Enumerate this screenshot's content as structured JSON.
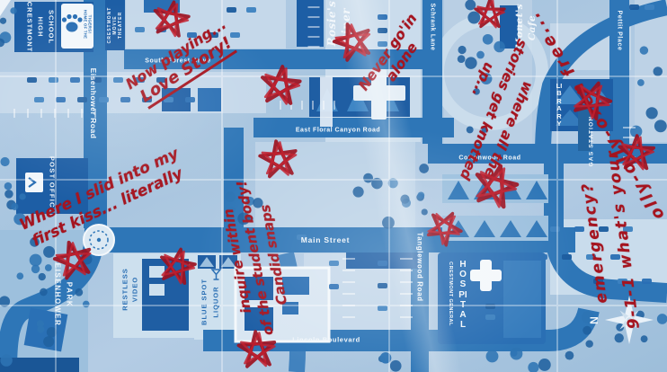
{
  "streets": {
    "eisenhower_road": "Eisenhower Road",
    "south_forest_drive": "South Forest Drive",
    "east_floral_canyon_road": "East Floral Canyon Road",
    "main_street": "Main Street",
    "lincoln_boulevard": "Lincoln Boulevard",
    "schrank_lane": "Schrank Lane",
    "pettit_place": "Pettit Place",
    "cottonwood_road": "Cottonwood Road",
    "tanglewood_road": "Tanglewood Road"
  },
  "places": {
    "school": {
      "line1": "CRESTMONT",
      "line2": "HIGH",
      "line3": "SCHOOL",
      "motto_line1": "HOME OF THE",
      "motto_line2": "TIGERS!"
    },
    "theater": {
      "line1": "CRESTMONT",
      "line2": "MOVIE",
      "line3": "THEATER"
    },
    "diner": {
      "line1": "Rosie's",
      "line2": "Diner"
    },
    "cafe": {
      "line1": "Monet's",
      "line2": "Cafe"
    },
    "library": {
      "name": "LIBRARY"
    },
    "post_office": {
      "name": "POST OFFICE"
    },
    "park": {
      "line1": "EISENHOWER",
      "line2": "PARK"
    },
    "video": {
      "line1": "RESTLESS",
      "line2": "VIDEO"
    },
    "liquor": {
      "line1": "BLUE SPOT",
      "line2": "LIQUOR"
    },
    "hospital": {
      "line1": "CRESTMONT GENERAL",
      "line2": "HOSPITAL"
    },
    "gas": {
      "name": "GAS STATION"
    }
  },
  "annotations": {
    "now_playing": {
      "line1": "Now playing...",
      "line2": "Love Story!"
    },
    "never_goin": {
      "line1": "Never go'in",
      "line2": "alone"
    },
    "olly": {
      "line1": "olly-olly-oxen free..."
    },
    "knotted": {
      "line1": "where all the",
      "line2": "stories get knotted",
      "line3": "up..."
    },
    "first_kiss": {
      "line1": "Where I slid into my",
      "line2": "first kiss... literally"
    },
    "candid": {
      "line1": "Candid snaps",
      "line2": "of the student body!",
      "line3": "inquire within"
    },
    "emergency": {
      "line1": "9-1-1 what's your",
      "line2": "emergency?"
    }
  },
  "compass": {
    "north": "N"
  },
  "colors": {
    "map_blue": "#2e76b7",
    "building_blue": "#1d5ea5",
    "paper_blue": "#b3cbe2",
    "ink_red": "#a5141f",
    "label_white": "#f2f7fb"
  }
}
